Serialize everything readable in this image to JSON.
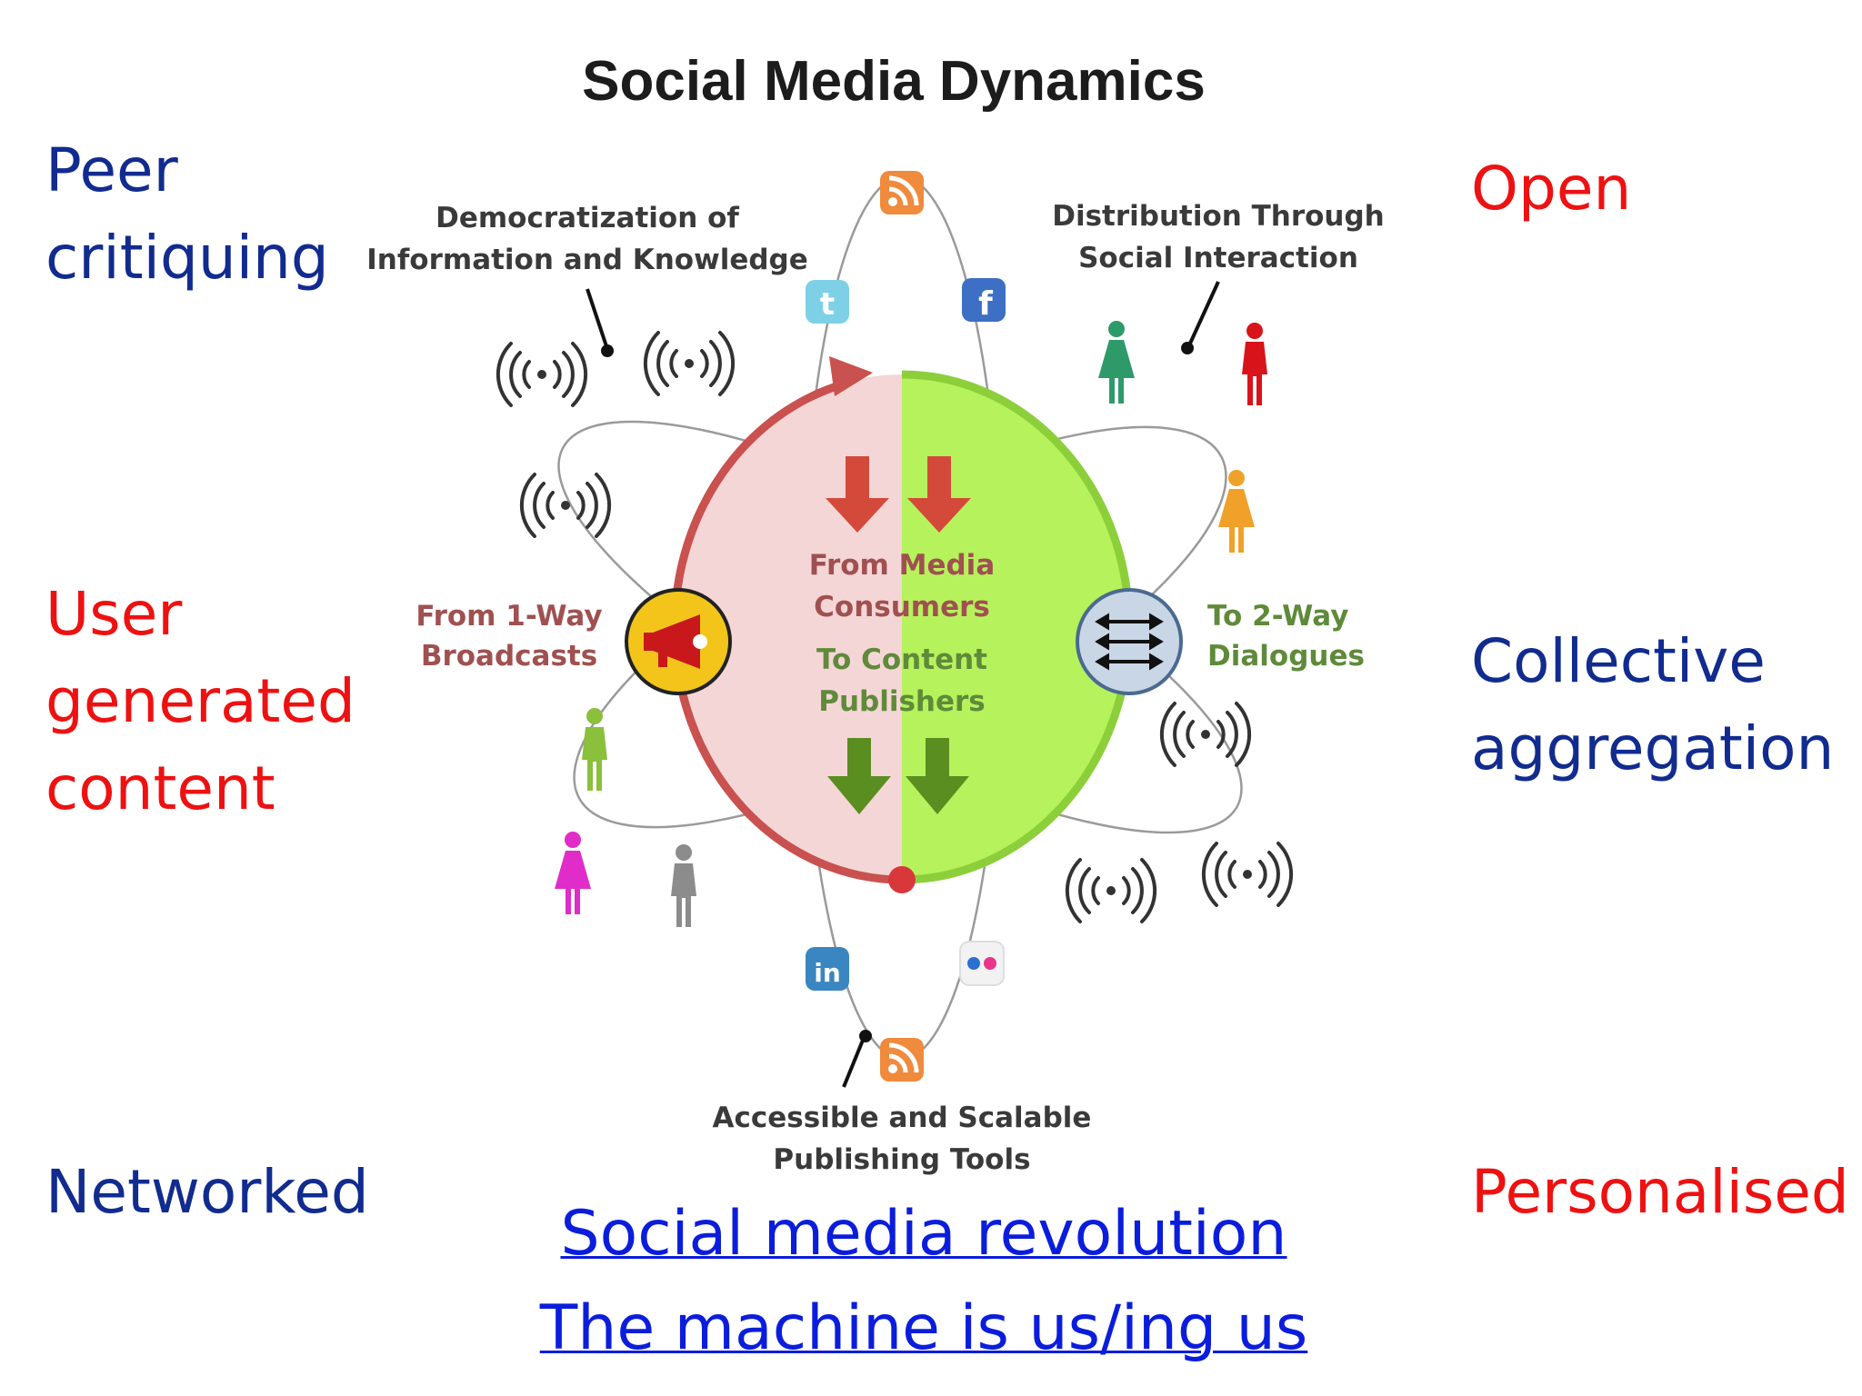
{
  "title": "Social Media Dynamics",
  "side_labels": {
    "peer_critiquing": [
      "Peer",
      "critiquing"
    ],
    "user_generated": [
      "User",
      "generated",
      "content"
    ],
    "networked": "Networked",
    "open": "Open",
    "collective": [
      "Collective",
      "aggregation"
    ],
    "personalised": "Personalised"
  },
  "diagram": {
    "democratization": [
      "Democratization of",
      "Information and Knowledge"
    ],
    "distribution": [
      "Distribution Through",
      "Social Interaction"
    ],
    "accessible": [
      "Accessible and Scalable",
      "Publishing Tools"
    ],
    "from_broadcasts": [
      "From 1-Way",
      "Broadcasts"
    ],
    "to_dialogues": [
      "To 2-Way",
      "Dialogues"
    ],
    "from_consumers": [
      "From Media",
      "Consumers"
    ],
    "to_publishers": [
      "To Content",
      "Publishers"
    ]
  },
  "links": {
    "revolution": "Social media revolution",
    "machine": "The machine is us/ing us "
  },
  "colors": {
    "label_blue": "#112b8f",
    "label_red": "#ee1111",
    "link_blue": "#0b1ddc",
    "ring_red": "#c9514f",
    "ring_green": "#8ccf3b",
    "fill_pink": "#f5d6d6",
    "fill_green": "#b6f25c"
  }
}
